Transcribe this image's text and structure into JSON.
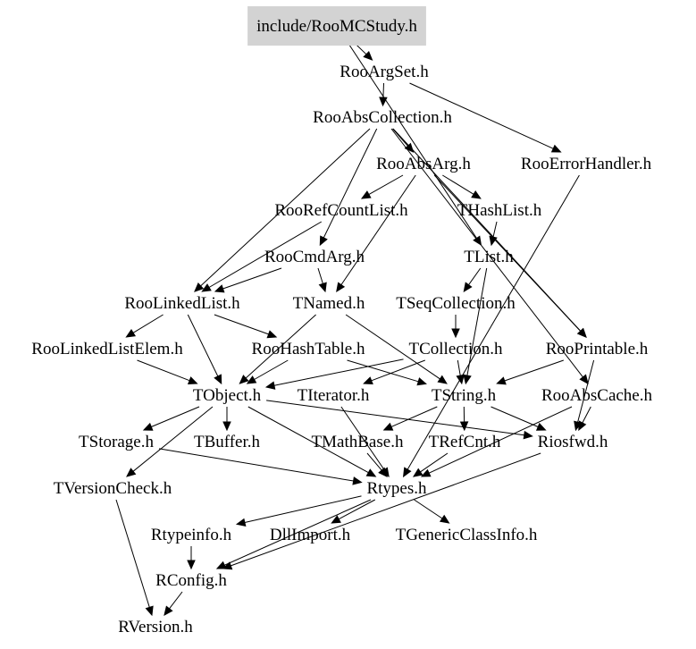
{
  "diagram": {
    "root_highlight_color": "#d3d3d3",
    "nodes": [
      {
        "id": "include_RooMCStudy_h",
        "label": "include/RooMCStudy.h",
        "highlight": true
      },
      {
        "id": "RooArgSet_h",
        "label": "RooArgSet.h"
      },
      {
        "id": "RooAbsCollection_h",
        "label": "RooAbsCollection.h"
      },
      {
        "id": "RooAbsArg_h",
        "label": "RooAbsArg.h"
      },
      {
        "id": "RooErrorHandler_h",
        "label": "RooErrorHandler.h"
      },
      {
        "id": "RooRefCountList_h",
        "label": "RooRefCountList.h"
      },
      {
        "id": "THashList_h",
        "label": "THashList.h"
      },
      {
        "id": "RooCmdArg_h",
        "label": "RooCmdArg.h"
      },
      {
        "id": "TList_h",
        "label": "TList.h"
      },
      {
        "id": "RooLinkedList_h",
        "label": "RooLinkedList.h"
      },
      {
        "id": "TNamed_h",
        "label": "TNamed.h"
      },
      {
        "id": "TSeqCollection_h",
        "label": "TSeqCollection.h"
      },
      {
        "id": "RooLinkedListElem_h",
        "label": "RooLinkedListElem.h"
      },
      {
        "id": "RooHashTable_h",
        "label": "RooHashTable.h"
      },
      {
        "id": "TCollection_h",
        "label": "TCollection.h"
      },
      {
        "id": "RooPrintable_h",
        "label": "RooPrintable.h"
      },
      {
        "id": "TObject_h",
        "label": "TObject.h"
      },
      {
        "id": "TIterator_h",
        "label": "TIterator.h"
      },
      {
        "id": "TString_h",
        "label": "TString.h"
      },
      {
        "id": "RooAbsCache_h",
        "label": "RooAbsCache.h"
      },
      {
        "id": "TStorage_h",
        "label": "TStorage.h"
      },
      {
        "id": "TBuffer_h",
        "label": "TBuffer.h"
      },
      {
        "id": "TMathBase_h",
        "label": "TMathBase.h"
      },
      {
        "id": "TRefCnt_h",
        "label": "TRefCnt.h"
      },
      {
        "id": "Riosfwd_h",
        "label": "Riosfwd.h"
      },
      {
        "id": "TVersionCheck_h",
        "label": "TVersionCheck.h"
      },
      {
        "id": "Rtypes_h",
        "label": "Rtypes.h"
      },
      {
        "id": "Rtypeinfo_h",
        "label": "Rtypeinfo.h"
      },
      {
        "id": "DllImport_h",
        "label": "DllImport.h"
      },
      {
        "id": "TGenericClassInfo_h",
        "label": "TGenericClassInfo.h"
      },
      {
        "id": "RConfig_h",
        "label": "RConfig.h"
      },
      {
        "id": "RVersion_h",
        "label": "RVersion.h"
      }
    ],
    "edges": [
      {
        "from": "include_RooMCStudy_h",
        "to": "RooArgSet_h"
      },
      {
        "from": "include_RooMCStudy_h",
        "to": "TList_h"
      },
      {
        "from": "RooArgSet_h",
        "to": "RooAbsCollection_h"
      },
      {
        "from": "RooArgSet_h",
        "to": "RooErrorHandler_h"
      },
      {
        "from": "RooAbsCollection_h",
        "to": "RooAbsArg_h"
      },
      {
        "from": "RooAbsCollection_h",
        "to": "RooLinkedList_h"
      },
      {
        "from": "RooAbsCollection_h",
        "to": "RooCmdArg_h"
      },
      {
        "from": "RooAbsCollection_h",
        "to": "RooPrintable_h"
      },
      {
        "from": "RooAbsCollection_h",
        "to": "RooAbsCache_h"
      },
      {
        "from": "RooAbsArg_h",
        "to": "RooRefCountList_h"
      },
      {
        "from": "RooAbsArg_h",
        "to": "THashList_h"
      },
      {
        "from": "RooAbsArg_h",
        "to": "TNamed_h"
      },
      {
        "from": "RooAbsArg_h",
        "to": "RooPrintable_h"
      },
      {
        "from": "RooErrorHandler_h",
        "to": "Rtypes_h"
      },
      {
        "from": "RooRefCountList_h",
        "to": "RooLinkedList_h"
      },
      {
        "from": "THashList_h",
        "to": "TList_h"
      },
      {
        "from": "TList_h",
        "to": "TSeqCollection_h"
      },
      {
        "from": "TList_h",
        "to": "TString_h"
      },
      {
        "from": "RooCmdArg_h",
        "to": "RooLinkedList_h"
      },
      {
        "from": "RooCmdArg_h",
        "to": "TNamed_h"
      },
      {
        "from": "RooLinkedList_h",
        "to": "RooLinkedListElem_h"
      },
      {
        "from": "RooLinkedList_h",
        "to": "RooHashTable_h"
      },
      {
        "from": "RooLinkedList_h",
        "to": "TObject_h"
      },
      {
        "from": "TNamed_h",
        "to": "TObject_h"
      },
      {
        "from": "TNamed_h",
        "to": "TString_h"
      },
      {
        "from": "TSeqCollection_h",
        "to": "TCollection_h"
      },
      {
        "from": "RooLinkedListElem_h",
        "to": "TObject_h"
      },
      {
        "from": "RooHashTable_h",
        "to": "TObject_h"
      },
      {
        "from": "RooHashTable_h",
        "to": "TString_h"
      },
      {
        "from": "TCollection_h",
        "to": "TObject_h"
      },
      {
        "from": "TCollection_h",
        "to": "TIterator_h"
      },
      {
        "from": "TCollection_h",
        "to": "TString_h"
      },
      {
        "from": "RooPrintable_h",
        "to": "TString_h"
      },
      {
        "from": "RooPrintable_h",
        "to": "Riosfwd_h"
      },
      {
        "from": "TObject_h",
        "to": "TStorage_h"
      },
      {
        "from": "TObject_h",
        "to": "TBuffer_h"
      },
      {
        "from": "TObject_h",
        "to": "TVersionCheck_h"
      },
      {
        "from": "TObject_h",
        "to": "Riosfwd_h"
      },
      {
        "from": "TObject_h",
        "to": "Rtypes_h"
      },
      {
        "from": "TIterator_h",
        "to": "Rtypes_h"
      },
      {
        "from": "TString_h",
        "to": "TMathBase_h"
      },
      {
        "from": "TString_h",
        "to": "TRefCnt_h"
      },
      {
        "from": "TString_h",
        "to": "Riosfwd_h"
      },
      {
        "from": "RooAbsCache_h",
        "to": "Riosfwd_h"
      },
      {
        "from": "RooAbsCache_h",
        "to": "Rtypes_h"
      },
      {
        "from": "TStorage_h",
        "to": "Rtypes_h"
      },
      {
        "from": "TMathBase_h",
        "to": "Rtypes_h"
      },
      {
        "from": "TRefCnt_h",
        "to": "Rtypes_h"
      },
      {
        "from": "Riosfwd_h",
        "to": "RConfig_h"
      },
      {
        "from": "TVersionCheck_h",
        "to": "RVersion_h"
      },
      {
        "from": "Rtypes_h",
        "to": "Rtypeinfo_h"
      },
      {
        "from": "Rtypes_h",
        "to": "DllImport_h"
      },
      {
        "from": "Rtypes_h",
        "to": "TGenericClassInfo_h"
      },
      {
        "from": "Rtypes_h",
        "to": "RConfig_h"
      },
      {
        "from": "Rtypeinfo_h",
        "to": "RConfig_h"
      },
      {
        "from": "RConfig_h",
        "to": "RVersion_h"
      }
    ]
  }
}
